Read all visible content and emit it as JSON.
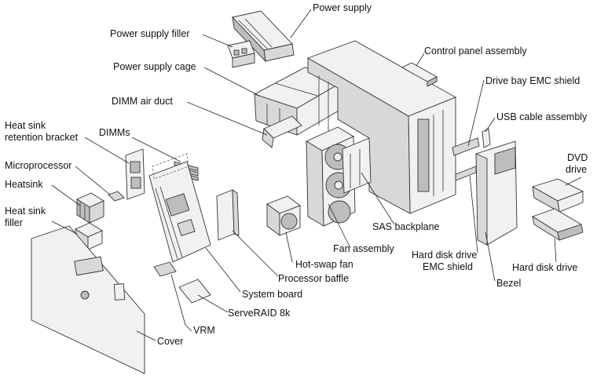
{
  "labels": {
    "power_supply": "Power supply",
    "power_supply_filler": "Power supply filler",
    "power_supply_cage": "Power supply cage",
    "control_panel_assembly": "Control panel assembly",
    "drive_bay_emc_shield": "Drive bay EMC shield",
    "usb_cable_assembly": "USB cable assembly",
    "dimm_air_duct": "DIMM air duct",
    "heat_sink_retention_bracket_line1": "Heat sink",
    "heat_sink_retention_bracket_line2": "retention bracket",
    "dimms": "DIMMs",
    "microprocessor": "Microprocessor",
    "heatsink": "Heatsink",
    "heat_sink_filler_line1": "Heat sink",
    "heat_sink_filler_line2": "filler",
    "dvd_drive_line1": "DVD",
    "dvd_drive_line2": "drive",
    "sas_backplane": "SAS backplane",
    "fan_assembly": "Fan assembly",
    "hot_swap_fan": "Hot-swap fan",
    "processor_baffle": "Processor baffle",
    "system_board": "System board",
    "serveraid_8k": "ServeRAID 8k",
    "vrm": "VRM",
    "cover": "Cover",
    "hard_disk_drive_emc_shield_line1": "Hard disk drive",
    "hard_disk_drive_emc_shield_line2": "EMC shield",
    "bezel": "Bezel",
    "hard_disk_drive": "Hard disk drive"
  }
}
